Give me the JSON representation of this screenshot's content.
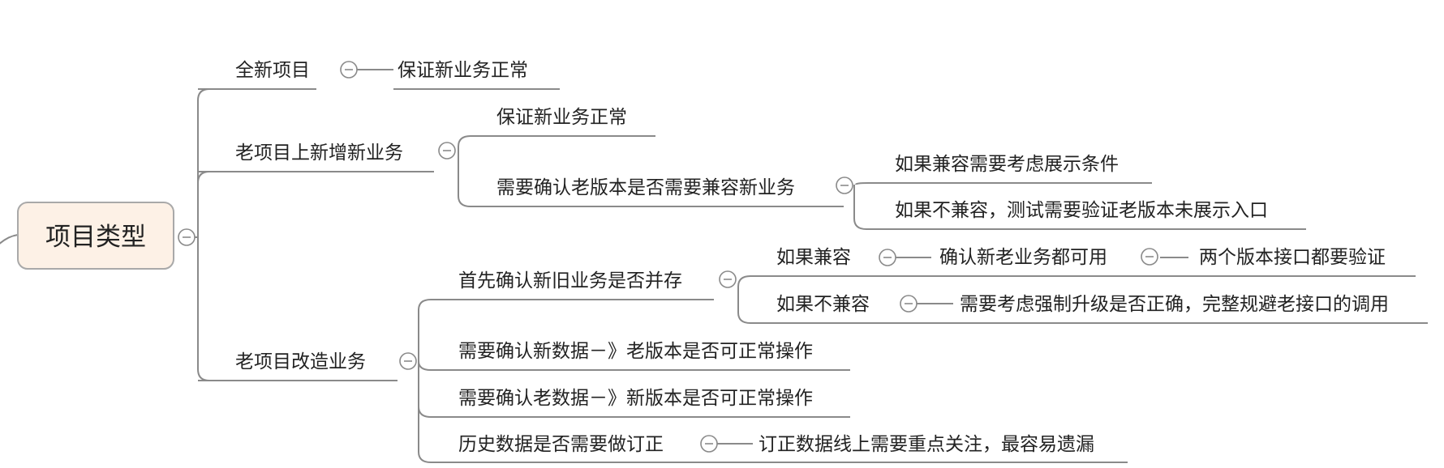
{
  "root": {
    "label": "项目类型"
  },
  "branches": [
    {
      "label": "全新项目",
      "children": [
        {
          "label": "保证新业务正常"
        }
      ]
    },
    {
      "label": "老项目上新增新业务",
      "children": [
        {
          "label": "保证新业务正常"
        },
        {
          "label": "需要确认老版本是否需要兼容新业务",
          "children": [
            {
              "label": "如果兼容需要考虑展示条件"
            },
            {
              "label": "如果不兼容，测试需要验证老版本未展示入口"
            }
          ]
        }
      ]
    },
    {
      "label": "老项目改造业务",
      "children": [
        {
          "label": "首先确认新旧业务是否并存",
          "children": [
            {
              "label": "如果兼容",
              "children": [
                {
                  "label": "确认新老业务都可用",
                  "children": [
                    {
                      "label": "两个版本接口都要验证"
                    }
                  ]
                }
              ]
            },
            {
              "label": "如果不兼容",
              "children": [
                {
                  "label": "需要考虑强制升级是否正确，完整规避老接口的调用"
                }
              ]
            }
          ]
        },
        {
          "label": "需要确认新数据－》老版本是否可正常操作"
        },
        {
          "label": "需要确认老数据－》新版本是否可正常操作"
        },
        {
          "label": "历史数据是否需要做订正",
          "children": [
            {
              "label": "订正数据线上需要重点关注，最容易遗漏"
            }
          ]
        }
      ]
    }
  ]
}
